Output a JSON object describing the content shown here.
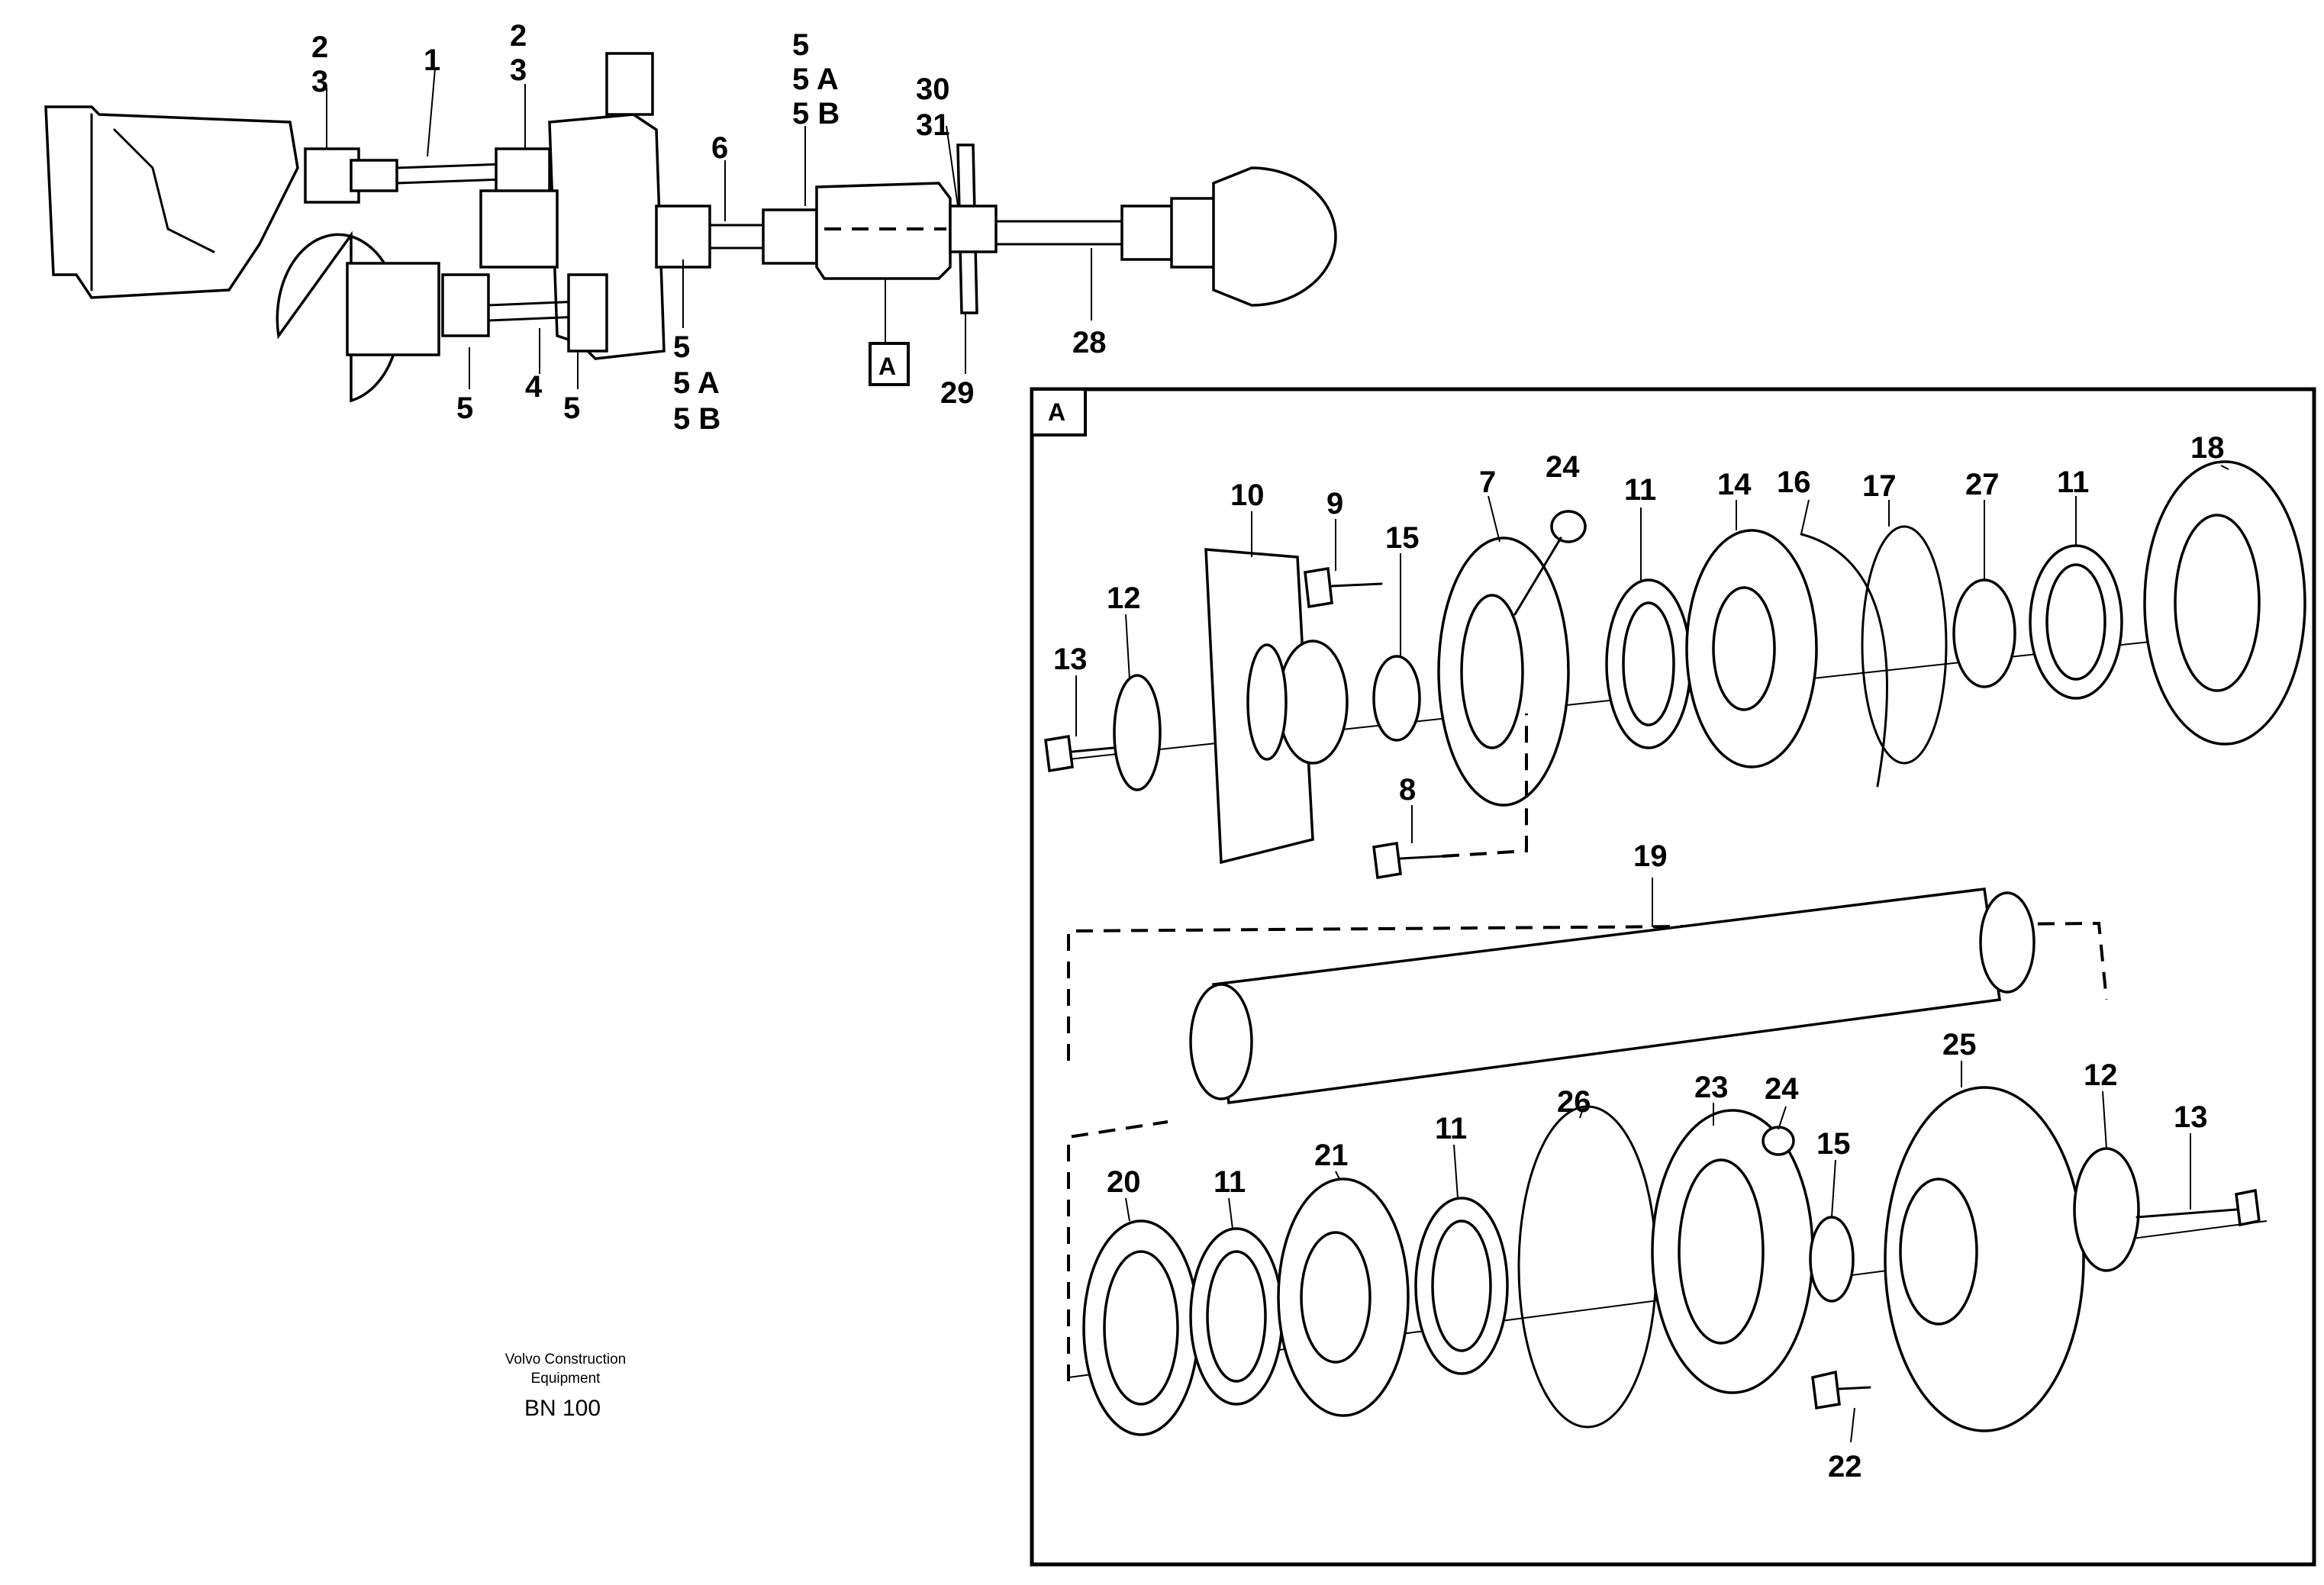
{
  "overview": {
    "labels": {
      "l2a": "2",
      "l3a": "3",
      "l1": "1",
      "l2b": "2",
      "l3b": "3",
      "l5top": "5",
      "l5Atop": "5 A",
      "l5Btop": "5 B",
      "l30": "30",
      "l31": "31",
      "l6": "6",
      "l5mid": "5",
      "l5Amid": "5 A",
      "l5Bmid": "5 B",
      "l5left": "5",
      "l4": "4",
      "l5right": "5",
      "l28": "28",
      "l29": "29"
    },
    "detail_callout": "A"
  },
  "detail": {
    "box_label": "A",
    "labels": {
      "p10": "10",
      "p9": "9",
      "p7": "7",
      "p24": "24",
      "p11a": "11",
      "p14": "14",
      "p16": "16",
      "p17": "17",
      "p27": "27",
      "p11b": "11",
      "p18": "18",
      "p12a": "12",
      "p15a": "15",
      "p13a": "13",
      "p8": "8",
      "p19": "19",
      "p20": "20",
      "p11c": "11",
      "p21": "21",
      "p11d": "11",
      "p26": "26",
      "p23": "23",
      "p24b": "24",
      "p15b": "15",
      "p25": "25",
      "p12b": "12",
      "p13b": "13",
      "p22": "22"
    }
  },
  "footer": {
    "line1": "Volvo Construction",
    "line2": "Equipment",
    "code": "BN 100"
  }
}
